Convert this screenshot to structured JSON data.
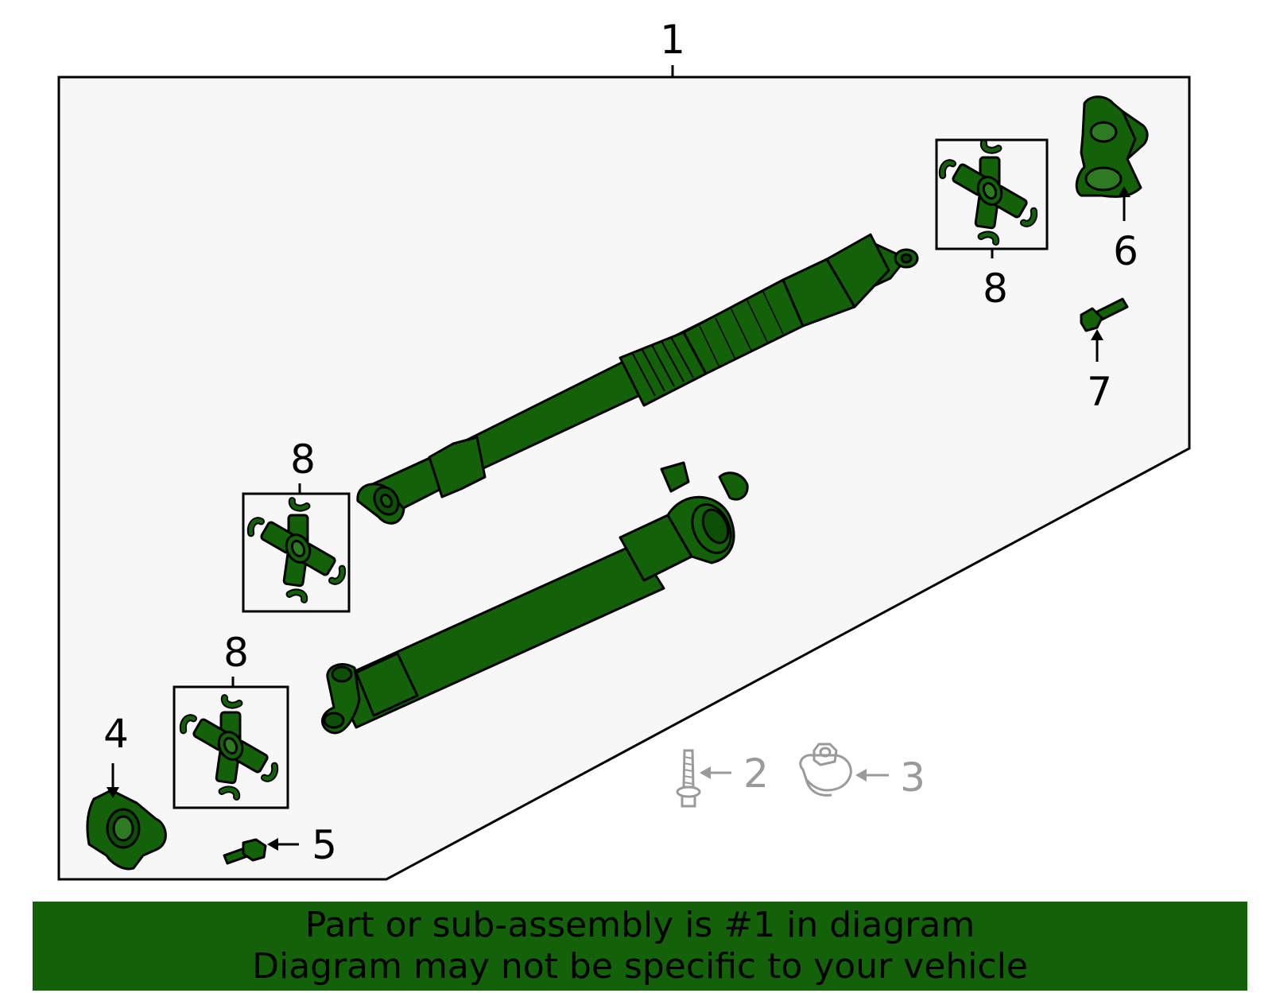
{
  "diagram": {
    "callouts": {
      "assembly": "1",
      "bolt": "2",
      "nut": "3",
      "rear_bearing": "4",
      "rear_bolt": "5",
      "center_bearing": "6",
      "center_bolt": "7",
      "ujoint_upper": "8",
      "ujoint_middle": "8",
      "ujoint_lower": "8"
    },
    "colors": {
      "part_fill": "#136109",
      "outline": "#000000",
      "panel_fill": "#f7f7f7",
      "grey_part": "#9a9a9a",
      "footer_fill": "#136109"
    }
  },
  "footer": {
    "line1": "Part or sub-assembly is #1 in diagram",
    "line2": "Diagram may not be specific to your vehicle"
  }
}
